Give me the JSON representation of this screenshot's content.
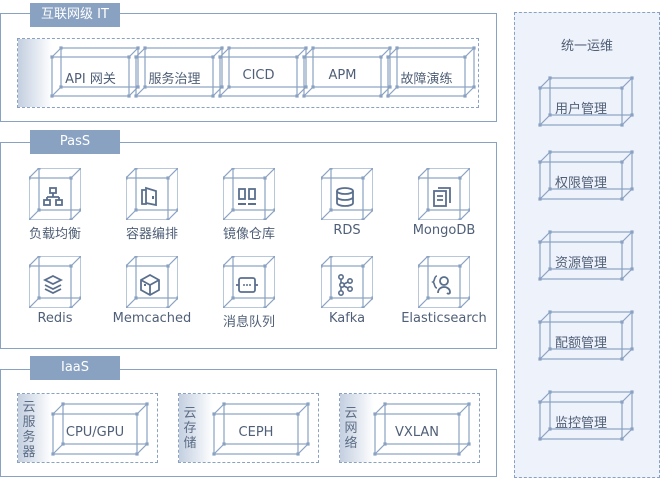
{
  "internet_it": {
    "title": "互联网级 IT",
    "items": [
      "API 网关",
      "服务治理",
      "CICD",
      "APM",
      "故障演练"
    ]
  },
  "paas": {
    "title": "PasS",
    "items": [
      {
        "label": "负载均衡",
        "icon": "network-topology-icon"
      },
      {
        "label": "容器编排",
        "icon": "container-door-icon"
      },
      {
        "label": "镜像仓库",
        "icon": "image-repository-icon"
      },
      {
        "label": "RDS",
        "icon": "database-icon"
      },
      {
        "label": "MongoDB",
        "icon": "document-stack-icon"
      },
      {
        "label": "Redis",
        "icon": "layers-icon"
      },
      {
        "label": "Memcached",
        "icon": "cube-box-icon"
      },
      {
        "label": "消息队列",
        "icon": "message-queue-icon"
      },
      {
        "label": "Kafka",
        "icon": "kafka-nodes-icon"
      },
      {
        "label": "Elasticsearch",
        "icon": "elasticsearch-icon"
      }
    ]
  },
  "iaas": {
    "title": "IaaS",
    "groups": [
      {
        "side_label": "云服务器",
        "item": "CPU/GPU"
      },
      {
        "side_label": "云存储",
        "item": "CEPH"
      },
      {
        "side_label": "云网络",
        "item": "VXLAN"
      }
    ]
  },
  "ops": {
    "title": "统一运维",
    "items": [
      "用户管理",
      "权限管理",
      "资源管理",
      "配额管理",
      "监控管理"
    ]
  },
  "colors": {
    "accent": "#8aa2c2",
    "icon": "#5a6f8e",
    "text": "#4f5f77",
    "ops_bg": "#eef2fa"
  }
}
